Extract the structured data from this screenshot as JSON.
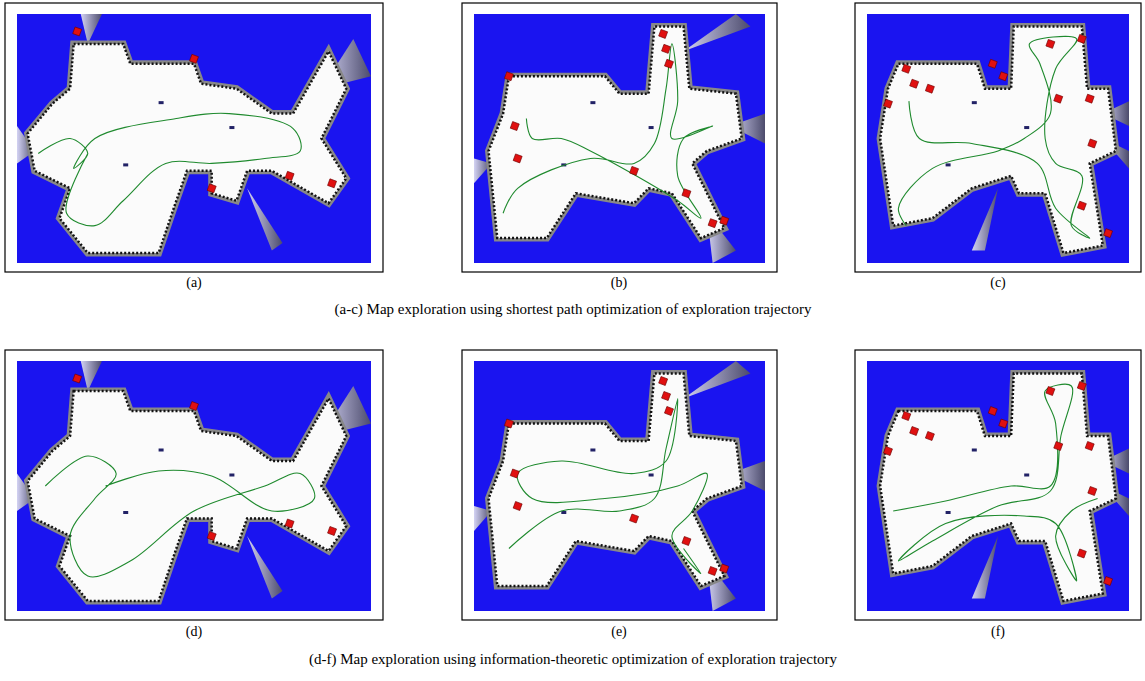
{
  "diagram": {
    "labels": [
      "(a)",
      "(b)",
      "(c)",
      "(a-c) Map exploration using shortest path optimization of exploration trajectory",
      "(d)",
      "(e)",
      "(f)",
      "(d-f) Map exploration using information-theoretic optimization of exploration trajectory"
    ]
  }
}
